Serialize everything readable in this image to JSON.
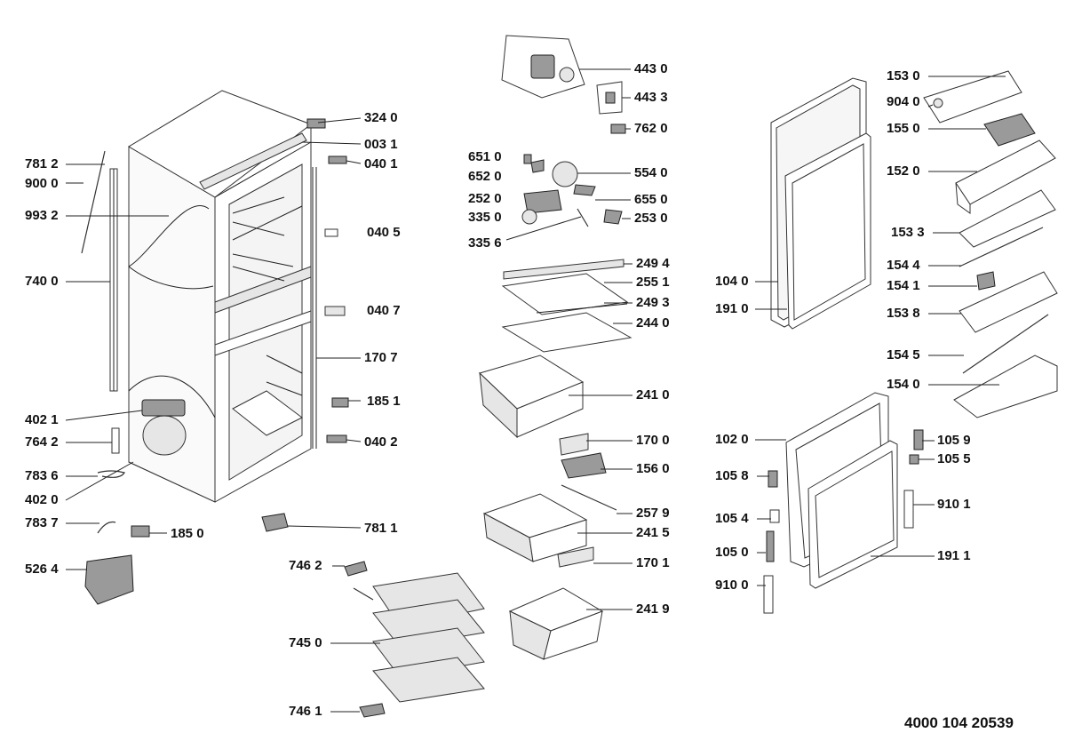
{
  "labels": {
    "p3240": "324 0",
    "p0031": "003 1",
    "p0401": "040 1",
    "p7812": "781 2",
    "p9000": "900 0",
    "p9932": "993 2",
    "p0405": "040 5",
    "p7400": "740 0",
    "p0407": "040 7",
    "p1707": "170 7",
    "p1851": "185 1",
    "p4021": "402 1",
    "p7642": "764 2",
    "p0402": "040 2",
    "p7836": "783 6",
    "p4020": "402 0",
    "p7837": "783 7",
    "p1850": "185 0",
    "p7811": "781 1",
    "p5264": "526 4",
    "p7462": "746 2",
    "p7450": "745 0",
    "p7461": "746 1",
    "p4430": "443 0",
    "p4433": "443 3",
    "p7620": "762 0",
    "p6510": "651 0",
    "p6520": "652 0",
    "p5540": "554 0",
    "p2520": "252 0",
    "p6550": "655 0",
    "p3350": "335 0",
    "p2530": "253 0",
    "p3356": "335 6",
    "p2494": "249 4",
    "p2551": "255 1",
    "p2493": "249 3",
    "p2440": "244 0",
    "p2410": "241 0",
    "p1700": "170 0",
    "p1560": "156 0",
    "p2579": "257 9",
    "p2415": "241 5",
    "p1701": "170 1",
    "p2419": "241 9",
    "p1530": "153 0",
    "p9040": "904 0",
    "p1550": "155 0",
    "p1520": "152 0",
    "p1533": "153 3",
    "p1544": "154 4",
    "p1541": "154 1",
    "p1040": "104 0",
    "p1910": "191 0",
    "p1538": "153 8",
    "p1545": "154 5",
    "p1540": "154 0",
    "p1020": "102 0",
    "p1059": "105 9",
    "p1055": "105 5",
    "p1058": "105 8",
    "p9101": "910 1",
    "p1054": "105 4",
    "p1050": "105 0",
    "p1911": "191 1",
    "p9100": "910 0"
  },
  "document_number": "4000 104 20539"
}
